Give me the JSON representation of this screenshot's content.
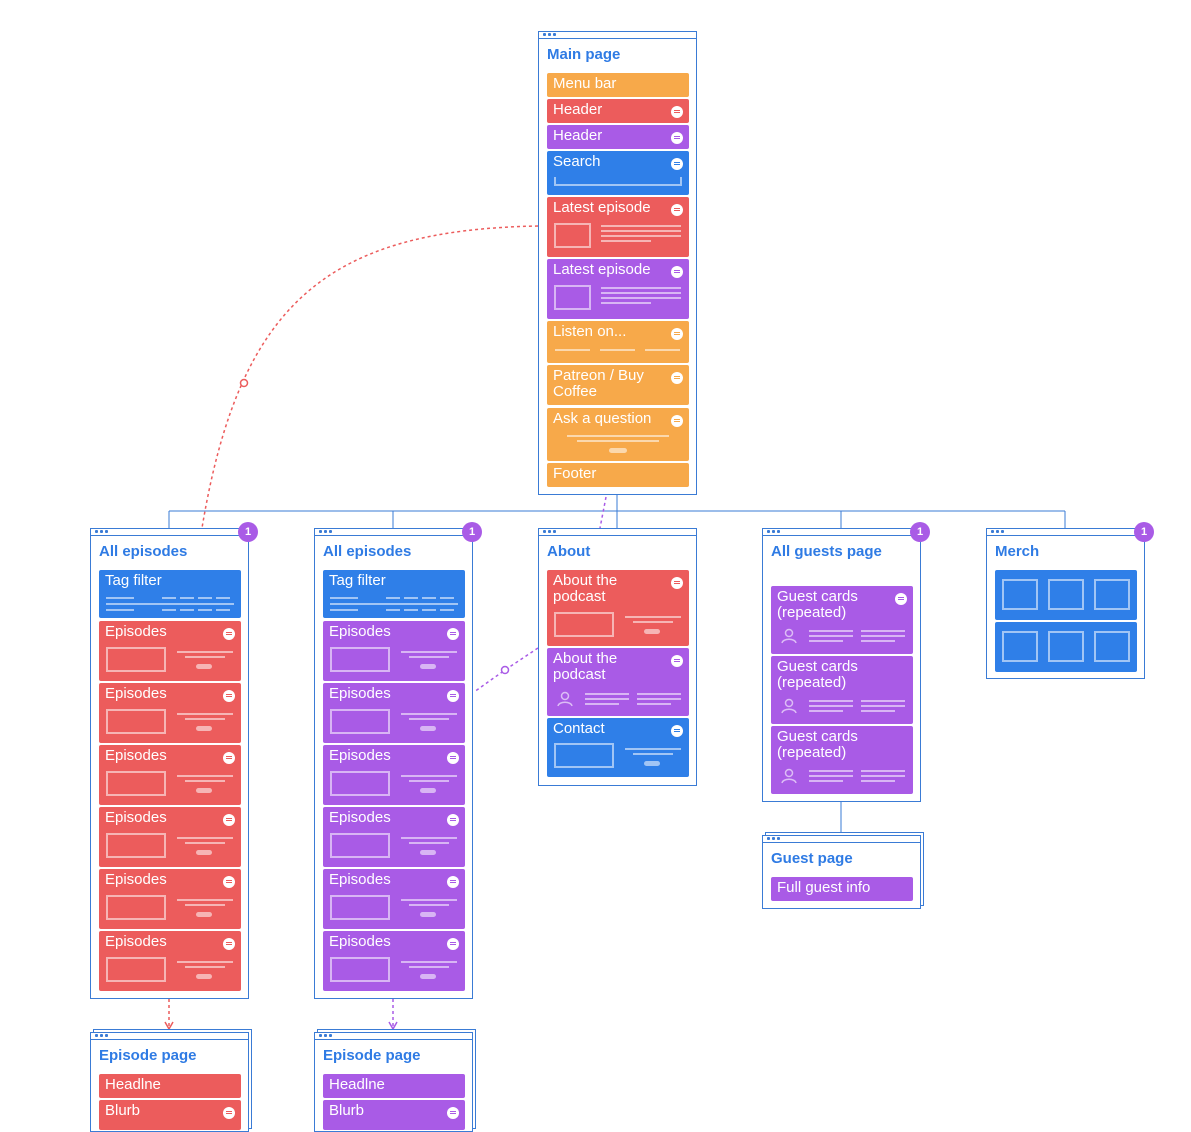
{
  "colors": {
    "frame": "#3a7bd5",
    "title": "#2f7be4",
    "orange": "#f7a94a",
    "red": "#ec5c5c",
    "purple": "#a95be6",
    "blue": "#2f7fe8"
  },
  "main_page": {
    "title": "Main page",
    "blocks": [
      "Menu bar",
      "Header",
      "Header",
      "Search",
      "Latest episode",
      "Latest episode",
      "Listen on...",
      "Patreon / Buy Coffee",
      "Ask a question",
      "Footer"
    ]
  },
  "all_episodes_a": {
    "title": "All episodes",
    "badge": "1",
    "tag_filter": "Tag filter",
    "item": "Episodes"
  },
  "all_episodes_b": {
    "title": "All episodes",
    "badge": "1",
    "tag_filter": "Tag filter",
    "item": "Episodes"
  },
  "about": {
    "title": "About",
    "blocks": [
      "About the podcast",
      "About the podcast",
      "Contact"
    ]
  },
  "all_guests": {
    "title": "All guests page",
    "badge": "1",
    "item": "Guest cards (repeated)"
  },
  "merch": {
    "title": "Merch",
    "badge": "1"
  },
  "guest_page": {
    "title": "Guest page",
    "block": "Full guest info"
  },
  "episode_page_a": {
    "title": "Episode page",
    "headline": "Headlne",
    "blurb": "Blurb"
  },
  "episode_page_b": {
    "title": "Episode page",
    "headline": "Headlne",
    "blurb": "Blurb"
  }
}
